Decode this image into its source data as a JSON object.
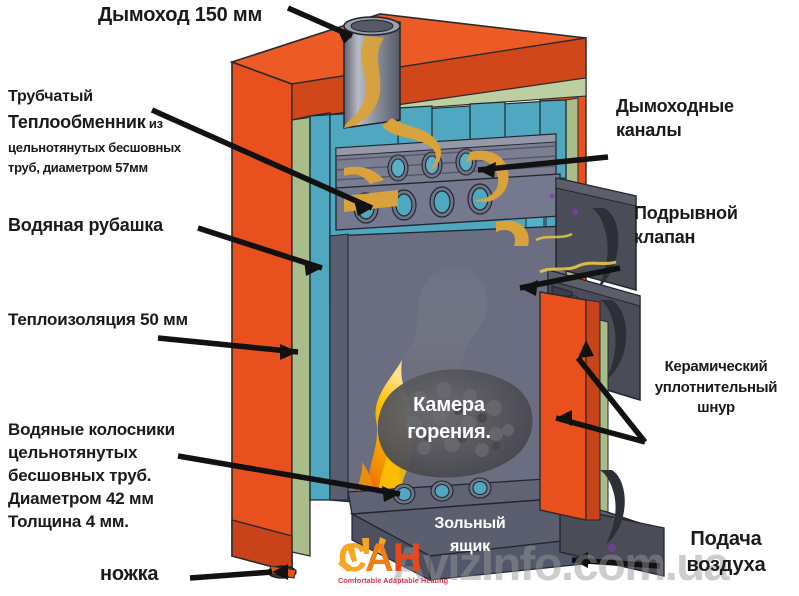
{
  "diagram": {
    "title_label": "Дымоход 150 мм",
    "subject": "solid-fuel boiler cutaway",
    "colors": {
      "casing_orange": "#e8501e",
      "casing_orange_dark": "#c8431a",
      "casing_orange_top": "#ec5a26",
      "insulation_green": "#a8bd8a",
      "insulation_green_dark": "#8fa673",
      "water_jacket_cyan": "#4fa8c0",
      "water_jacket_dark": "#3d8ba3",
      "steel_gray": "#6a6e80",
      "steel_gray_dark": "#4c5060",
      "steel_gray_light": "#8a8e9c",
      "door_gray": "#4a4c58",
      "flame_orange": "#f39200",
      "flame_yellow": "#fdc300",
      "flame_red": "#e8491c",
      "gas_arrow_gold": "#d9a23a",
      "ember_gray": "#545458",
      "leader_black": "#111111",
      "logo_yellow": "#f5a623",
      "logo_orange": "#f07f13",
      "logo_red": "#e8491c",
      "logo_sub": "#d4324a",
      "watermark": "#969696"
    }
  },
  "labels": {
    "chimney": {
      "text": "Дымоход 150 мм"
    },
    "heat_exchanger": {
      "line1": "Трубчатый",
      "line2_bold": "Теплообменник",
      "line2_tail": " из",
      "line3": "цельнотянутых бесшовных",
      "line4": "труб, диаметром 57мм"
    },
    "water_jacket": {
      "text": "Водяная рубашка"
    },
    "insulation": {
      "text": "Теплоизоляция  50 мм"
    },
    "water_grates": {
      "line1": "Водяные колосники",
      "line2": "цельнотянутых",
      "line3": "бесшовных труб.",
      "line4": "Диаметром 42 мм",
      "line5": "Толщина 4 мм."
    },
    "foot": {
      "text": "ножка"
    },
    "flue_channels": {
      "line1": "Дымоходные",
      "line2": "каналы"
    },
    "relief_valve": {
      "line1": "Подрывной",
      "line2": "клапан"
    },
    "ceramic_cord": {
      "line1": "Керамический",
      "line2": "уплотнительный",
      "line3": "шнур"
    },
    "air_supply": {
      "line1": "Подача",
      "line2": "воздуха"
    },
    "combustion_chamber": {
      "line1": "Камера",
      "line2": "горения."
    },
    "ash_box": {
      "line1": "Зольный",
      "line2": "ящик"
    }
  },
  "branding": {
    "logo_c": "С",
    "logo_a": "А",
    "logo_n": "Н",
    "logo_tagline": "Comfortable Adaptable Heating",
    "watermark": "AvizInfo.com.ua"
  }
}
